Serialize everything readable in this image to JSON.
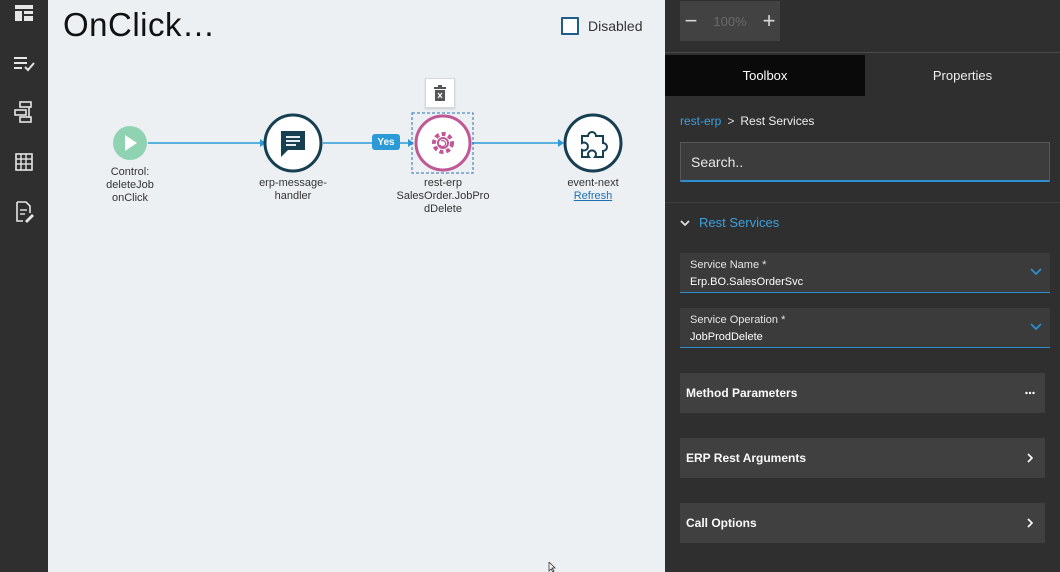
{
  "canvas": {
    "title": "OnClick…",
    "disabled_label": "Disabled",
    "disabled_checked": false,
    "yes_label": "Yes",
    "nodes": [
      {
        "id": "control",
        "line1": "Control:",
        "line2": "deleteJob",
        "line3": "onClick"
      },
      {
        "id": "erp-message-handler",
        "line1": "erp-message-",
        "line2": "handler"
      },
      {
        "id": "rest-erp",
        "line1": "rest-erp",
        "line2": "SalesOrder.JobPro",
        "line3": "dDelete"
      },
      {
        "id": "event-next",
        "line1": "event-next",
        "link": "Refresh"
      }
    ]
  },
  "zoom": {
    "minus": "−",
    "value": "100%",
    "plus": "+"
  },
  "panel": {
    "tabs": [
      {
        "label": "Toolbox",
        "active": true
      },
      {
        "label": "Properties",
        "active": false
      }
    ],
    "breadcrumb": {
      "link": "rest-erp",
      "separator": ">",
      "current": "Rest Services"
    },
    "search_placeholder": "Search..",
    "section_title": "Rest Services",
    "fields": [
      {
        "label": "Service Name *",
        "value": "Erp.BO.SalesOrderSvc"
      },
      {
        "label": "Service Operation *",
        "value": "JobProdDelete"
      }
    ],
    "accordions": [
      {
        "label": "Method Parameters",
        "icon": "more-dots-icon"
      },
      {
        "label": "ERP Rest Arguments",
        "icon": "chevron-right-icon"
      },
      {
        "label": "Call Options",
        "icon": "chevron-right-icon"
      }
    ]
  },
  "colors": {
    "accent_blue": "#2b9bd8",
    "node_dark": "#163f52",
    "node_green": "#8fd3b2",
    "node_pink": "#c05896",
    "canvas_bg": "#edf0f3",
    "panel_bg": "#2f2f2f"
  }
}
